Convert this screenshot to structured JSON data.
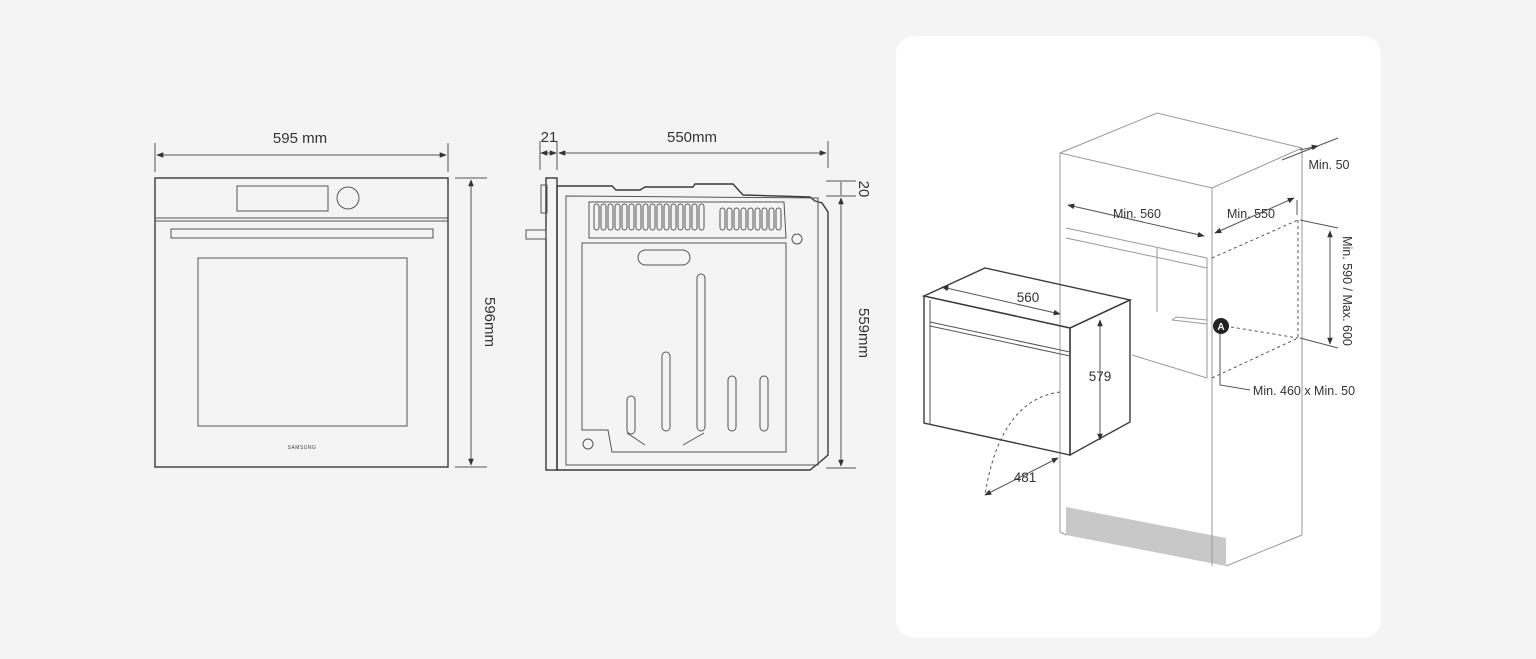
{
  "front_view": {
    "width_label": "595 mm",
    "height_label": "596mm",
    "brand": "SAMSUNG"
  },
  "side_view": {
    "door_label": "21",
    "depth_label": "550mm",
    "top_offset_label": "20",
    "height_label": "559mm"
  },
  "installation": {
    "oven_width": "560",
    "oven_height": "579",
    "door_swing": "481",
    "niche_width": "Min. 560",
    "niche_depth": "Min. 550",
    "rear_gap": "Min. 50",
    "niche_height": "Min. 590 / Max. 600",
    "marker": "A",
    "vent_opening": "Min. 460 x Min. 50"
  },
  "colors": {
    "background": "#f4f4f4",
    "card": "#ffffff",
    "line": "#3a3a3a",
    "plinth": "#c8c8c8"
  }
}
